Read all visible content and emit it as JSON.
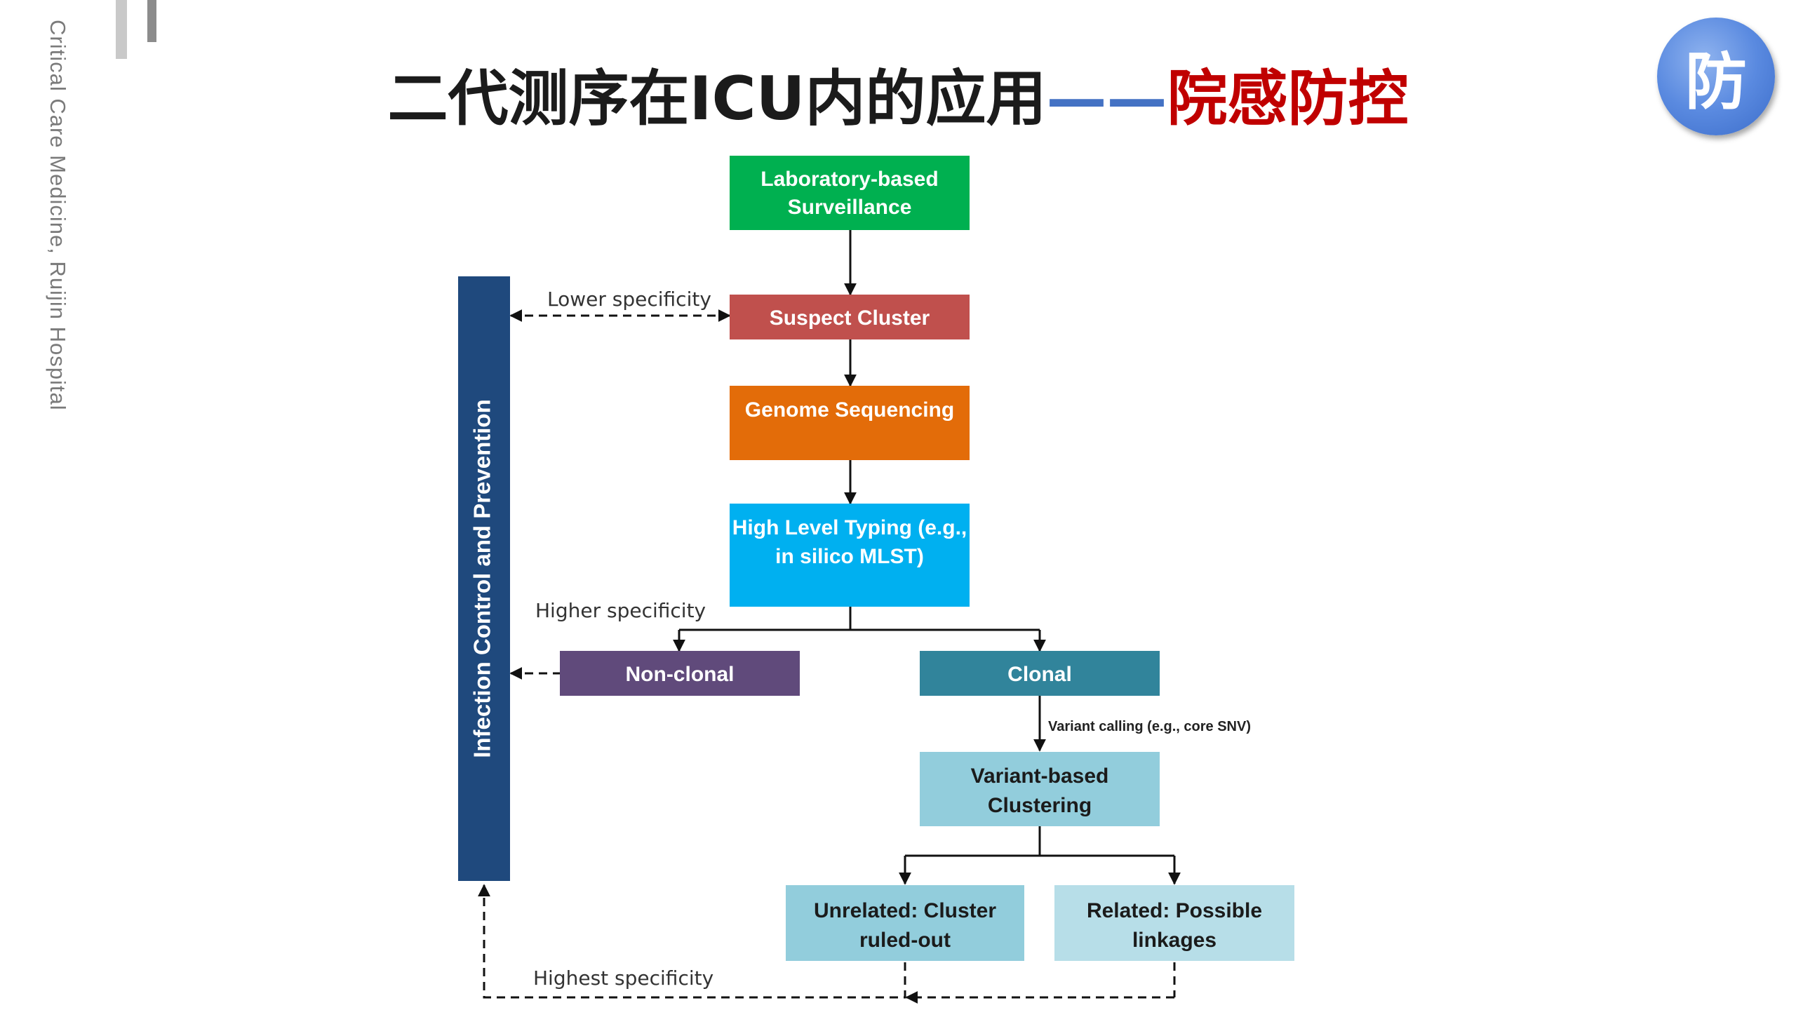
{
  "side_text": "Critical Care Medicine, Ruijin Hospital",
  "title": {
    "main": "二代测序在ICU内的应用",
    "dash": "——",
    "accent": "院感防控"
  },
  "badge": "防",
  "diagram": {
    "boxes": {
      "lab": [
        "Laboratory-based",
        "Surveillance"
      ],
      "suspect": [
        "Suspect Cluster"
      ],
      "genome": [
        "Genome Sequencing"
      ],
      "typing": [
        "High Level Typing (e.g.,",
        "in silico MLST)"
      ],
      "nonclonal": [
        "Non-clonal"
      ],
      "clonal": [
        "Clonal"
      ],
      "variant": [
        "Variant-based",
        "Clustering"
      ],
      "unrelated": [
        "Unrelated: Cluster",
        "ruled-out"
      ],
      "related": [
        "Related: Possible",
        "linkages"
      ],
      "icp": "Infection Control and Prevention"
    },
    "labels": {
      "lower": "Lower specificity",
      "higher": "Higher specificity",
      "highest": "Highest specificity",
      "variant_calling": "Variant calling (e.g., core SNV)"
    },
    "colors": {
      "lab": "#00b050",
      "suspect": "#c0504d",
      "genome": "#e36c09",
      "typing": "#00b0f0",
      "nonclonal": "#604a7b",
      "clonal": "#31849b",
      "variant": "#92cddc",
      "unrelated": "#92cddc",
      "related": "#b7dee8",
      "icp": "#1f497d"
    }
  }
}
